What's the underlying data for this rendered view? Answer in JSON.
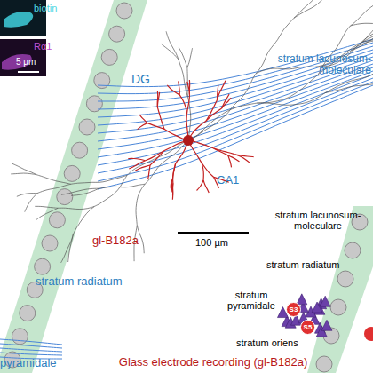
{
  "diagram": {
    "caption": "Glass electrode recording (gl-B182a)",
    "nodes": [
      {
        "text": [
          "S3"
        ]
      },
      {
        "text": [
          "S5"
        ]
      }
    ],
    "labels": [
      "biotin",
      "Rα1",
      "5 µm",
      "DG",
      "stratum lacunosum-moleculare",
      "CA1",
      "gl-B182a",
      "100 µm",
      "stratum radiatum",
      "pyramidale",
      "stratum lacunosum-moleculare",
      "stratum radiatum",
      "stratum pyramidale",
      "stratum oriens"
    ]
  }
}
